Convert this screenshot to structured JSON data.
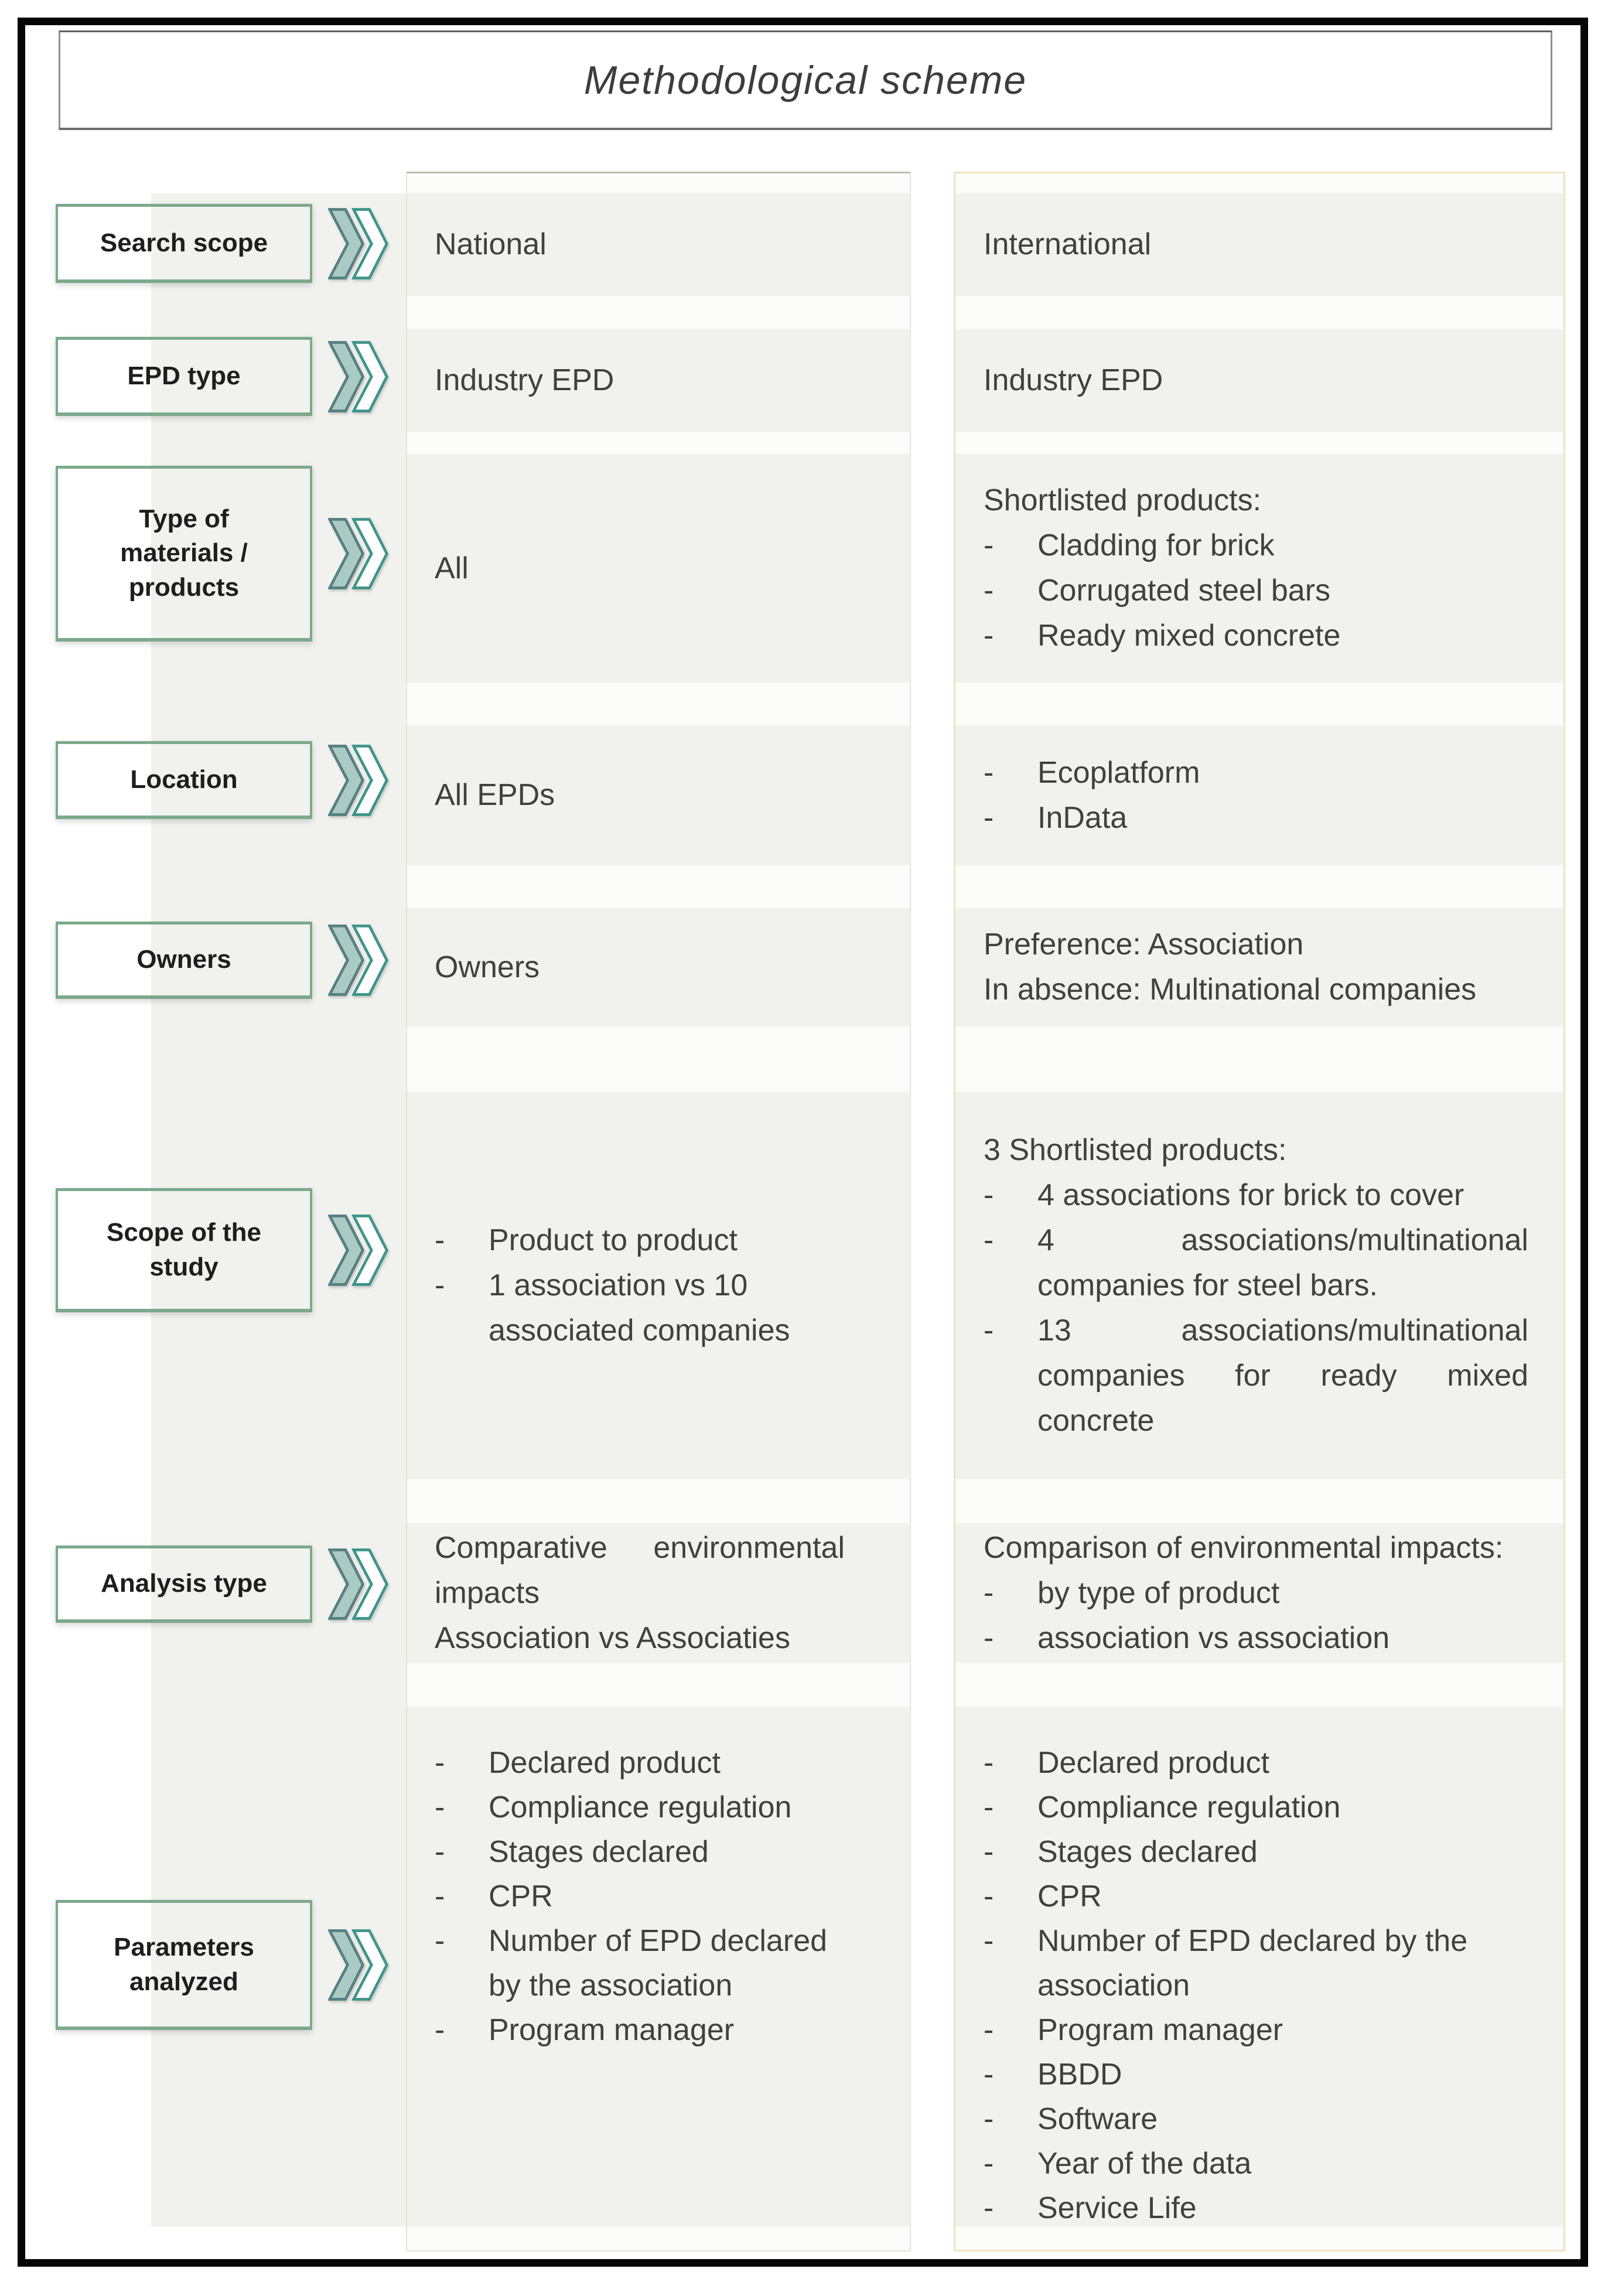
{
  "title": "Methodological scheme",
  "bullet_char": "-",
  "icons": {
    "row_arrow": "double-chevron-right-icon"
  },
  "colors": {
    "accent_green": "#7ca98c",
    "chevron_outline_teal": "#3e948b",
    "chevron_fill_teal": "#a9cbc4",
    "chevron_dark_edge": "#567f82",
    "national_column_border": "#e2e6d5",
    "international_column_border": "#f1e3c2",
    "row_band": "#f1f2ed",
    "frame_black": "#060606",
    "text_dark": "#404040"
  },
  "rows": [
    {
      "label": "Search scope",
      "national": [
        {
          "t": "National"
        }
      ],
      "international": [
        {
          "t": "International"
        }
      ]
    },
    {
      "label": "EPD type",
      "national": [
        {
          "t": "Industry EPD"
        }
      ],
      "international": [
        {
          "t": "Industry EPD"
        }
      ]
    },
    {
      "label": "Type of\nmaterials /\nproducts",
      "national": [
        {
          "t": "All"
        }
      ],
      "international": [
        {
          "t": "Shortlisted products:"
        },
        {
          "t": "Cladding for brick",
          "b": 1
        },
        {
          "t": "Corrugated steel bars",
          "b": 1
        },
        {
          "t": "Ready mixed concrete",
          "b": 1
        }
      ]
    },
    {
      "label": "Location",
      "national": [
        {
          "t": "All EPDs"
        }
      ],
      "international": [
        {
          "t": "Ecoplatform",
          "b": 1
        },
        {
          "t": "InData",
          "b": 1
        }
      ]
    },
    {
      "label": "Owners",
      "national": [
        {
          "t": "Owners"
        }
      ],
      "international": [
        {
          "t": "Preference: Association"
        },
        {
          "t": "In absence: Multinational companies"
        }
      ]
    },
    {
      "label": "Scope of the\nstudy",
      "national": [
        {
          "t": "Product to product",
          "b": 1
        },
        {
          "t": "1 association vs 10 associated companies",
          "b": 1
        }
      ],
      "international": [
        {
          "t": "3 Shortlisted products:"
        },
        {
          "t": "4 associations for brick to cover",
          "b": 1
        },
        {
          "t": "4 associations/multinational companies for steel bars.",
          "b": 1
        },
        {
          "t": "13 associations/multinational companies for ready mixed concrete",
          "b": 1
        }
      ]
    },
    {
      "label": "Analysis type",
      "national": [
        {
          "t": "Comparative environmental impacts"
        },
        {
          "t": "Association vs Associaties"
        }
      ],
      "international": [
        {
          "t": "Comparison of environmental impacts:"
        },
        {
          "t": "by type of product",
          "b": 1
        },
        {
          "t": "association vs association",
          "b": 1
        }
      ]
    },
    {
      "label": "Parameters\nanalyzed",
      "national": [
        {
          "t": "Declared product",
          "b": 1
        },
        {
          "t": "Compliance regulation",
          "b": 1
        },
        {
          "t": "Stages declared",
          "b": 1
        },
        {
          "t": "CPR",
          "b": 1
        },
        {
          "t": "Number of EPD declared by the association",
          "b": 1
        },
        {
          "t": "Program manager",
          "b": 1
        }
      ],
      "international": [
        {
          "t": "Declared product",
          "b": 1
        },
        {
          "t": "Compliance regulation",
          "b": 1
        },
        {
          "t": "Stages declared",
          "b": 1
        },
        {
          "t": "CPR",
          "b": 1
        },
        {
          "t": "Number of EPD declared by the association",
          "b": 1
        },
        {
          "t": "Program manager",
          "b": 1
        },
        {
          "t": "BBDD",
          "b": 1
        },
        {
          "t": "Software",
          "b": 1
        },
        {
          "t": "Year of the data",
          "b": 1
        },
        {
          "t": "Service Life",
          "b": 1
        }
      ]
    }
  ]
}
